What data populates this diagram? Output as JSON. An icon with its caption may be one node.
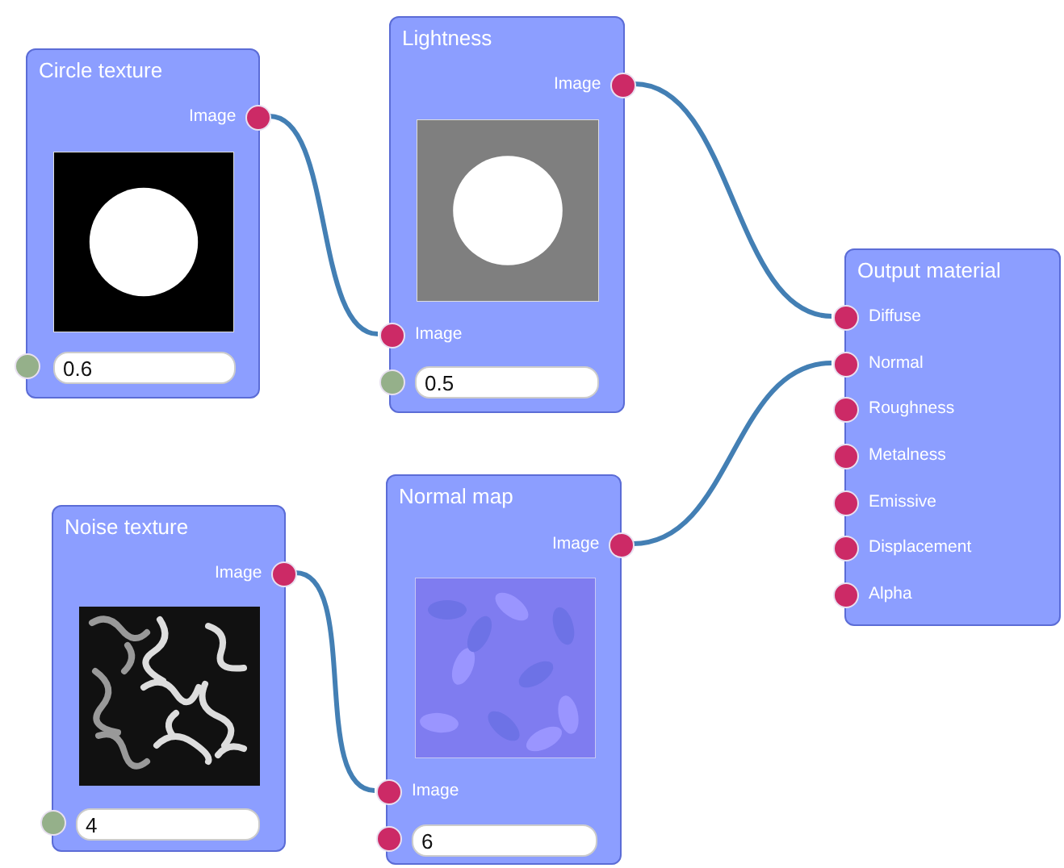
{
  "diagram": {
    "nodes": [
      {
        "text": [
          "Circle texture"
        ]
      },
      {
        "text": [],
        "shape": "circle",
        "beside": [
          "Image"
        ],
        "in": 0
      },
      {
        "text": [],
        "shape": "circle",
        "in": 0
      },
      {
        "text": [
          "0.6"
        ],
        "in": 0
      },
      {
        "text": [
          "Lightness"
        ]
      },
      {
        "text": [],
        "shape": "circle",
        "beside": [
          "Image"
        ],
        "in": 4
      },
      {
        "text": [],
        "shape": "circle",
        "beside": [
          "Image"
        ],
        "in": 4
      },
      {
        "text": [],
        "shape": "circle",
        "in": 4
      },
      {
        "text": [
          "0.5"
        ],
        "in": 4
      },
      {
        "text": [
          "Output material"
        ]
      },
      {
        "text": [],
        "shape": "circle",
        "beside": [
          "Diffuse"
        ],
        "in": 9
      },
      {
        "text": [],
        "shape": "circle",
        "beside": [
          "Normal"
        ],
        "in": 9
      },
      {
        "text": [],
        "shape": "circle",
        "beside": [
          "Roughness"
        ],
        "in": 9
      },
      {
        "text": [],
        "shape": "circle",
        "beside": [
          "Metalness"
        ],
        "in": 9
      },
      {
        "text": [],
        "shape": "circle",
        "beside": [
          "Emissive"
        ],
        "in": 9
      },
      {
        "text": [],
        "shape": "circle",
        "beside": [
          "Displacement"
        ],
        "in": 9
      },
      {
        "text": [],
        "shape": "circle",
        "beside": [
          "Alpha"
        ],
        "in": 9
      },
      {
        "text": [
          "Noise texture"
        ]
      },
      {
        "text": [],
        "shape": "circle",
        "beside": [
          "Image"
        ],
        "in": 17
      },
      {
        "text": [],
        "shape": "circle",
        "in": 17
      },
      {
        "text": [
          "4"
        ],
        "in": 17
      },
      {
        "text": [
          "Normal map"
        ]
      },
      {
        "text": [],
        "shape": "circle",
        "beside": [
          "Image"
        ],
        "in": 21
      },
      {
        "text": [],
        "shape": "circle",
        "beside": [
          "Image"
        ],
        "in": 21
      },
      {
        "text": [],
        "shape": "circle",
        "in": 21
      },
      {
        "text": [
          "6"
        ],
        "in": 21
      }
    ],
    "edges": [
      {
        "from": 1,
        "to": 6,
        "arrow": "none"
      },
      {
        "from": 5,
        "to": 10,
        "arrow": "none"
      },
      {
        "from": 18,
        "to": 23,
        "arrow": "none"
      },
      {
        "from": 22,
        "to": 11,
        "arrow": "none"
      }
    ]
  }
}
